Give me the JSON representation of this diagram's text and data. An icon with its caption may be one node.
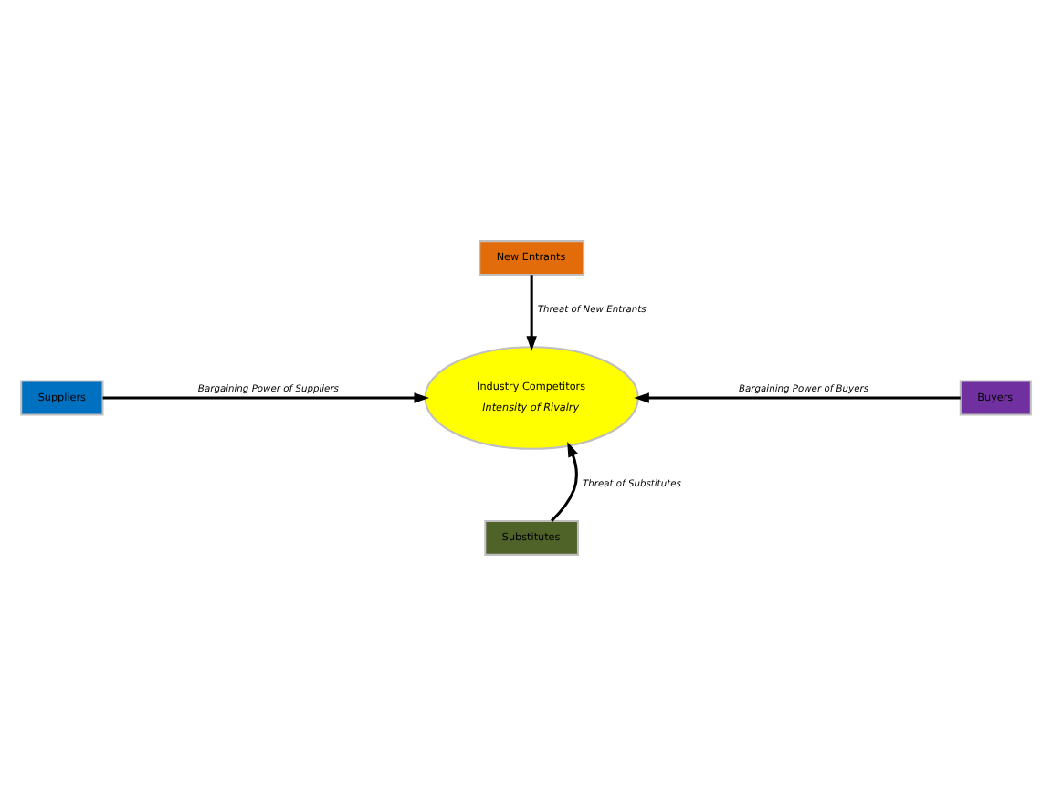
{
  "diagram": {
    "nodes": [
      {
        "text": [
          "New Entrants"
        ]
      },
      {
        "text": [
          "Suppliers"
        ]
      },
      {
        "text": [
          "Industry Competitors",
          "Intensity of Rivalry"
        ]
      },
      {
        "text": [
          "Buyers"
        ]
      },
      {
        "text": [
          "Substitutes"
        ]
      }
    ],
    "edges": [
      {
        "from": 0,
        "to": 2,
        "arrow": "to",
        "label": "Threat of New Entrants"
      },
      {
        "from": 1,
        "to": 2,
        "arrow": "to",
        "label": "Bargaining Power of Suppliers"
      },
      {
        "from": 3,
        "to": 2,
        "arrow": "to",
        "label": "Bargaining Power of Buyers"
      },
      {
        "from": 4,
        "to": 2,
        "arrow": "to",
        "label": "Threat of Substitutes"
      }
    ]
  }
}
